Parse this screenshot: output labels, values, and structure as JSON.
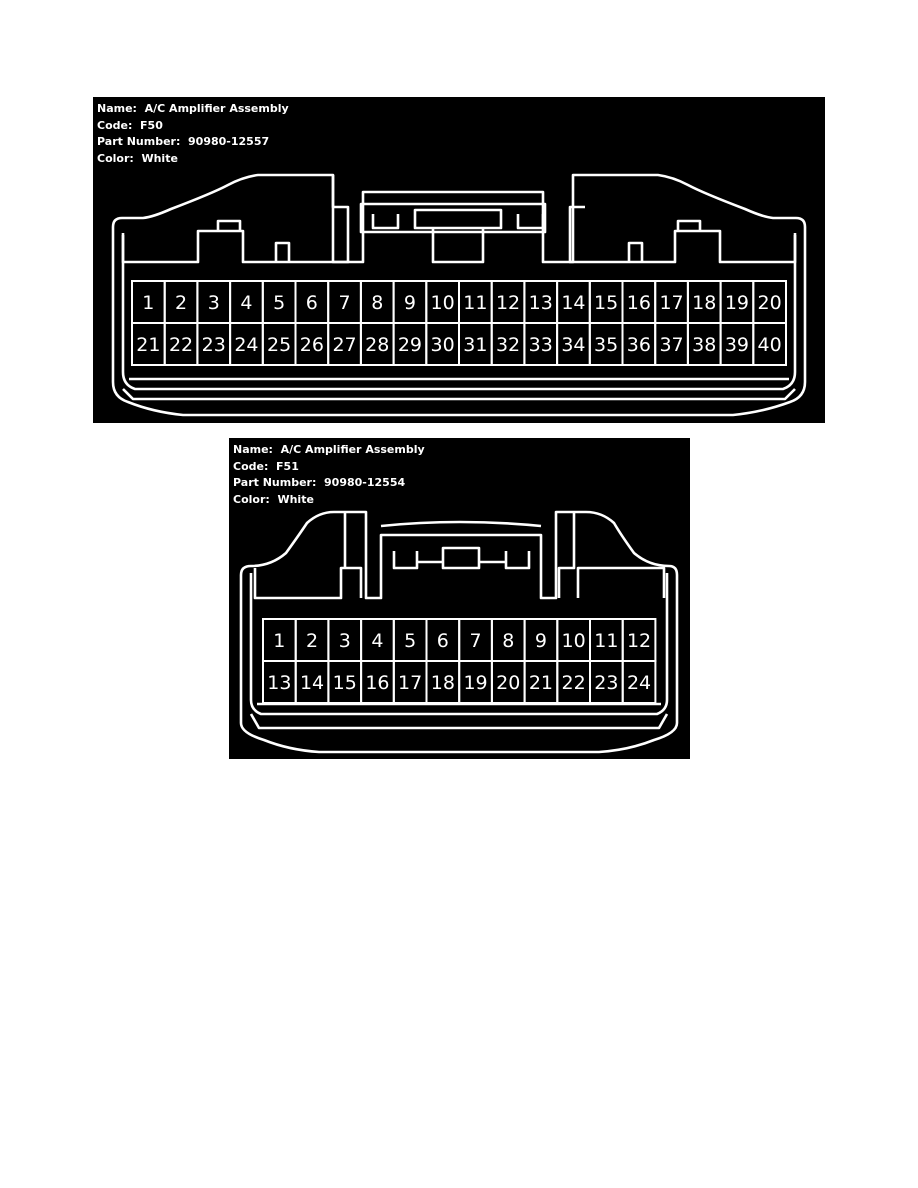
{
  "connectors": [
    {
      "id": "f50",
      "name_label": "Name:",
      "name": "A/C Amplifier Assembly",
      "code_label": "Code:",
      "code": "F50",
      "part_number_label": "Part Number:",
      "part_number": "90980-12557",
      "color_label": "Color:",
      "color": "White",
      "pin_columns": 20,
      "pins_row1": [
        "1",
        "2",
        "3",
        "4",
        "5",
        "6",
        "7",
        "8",
        "9",
        "10",
        "11",
        "12",
        "13",
        "14",
        "15",
        "16",
        "17",
        "18",
        "19",
        "20"
      ],
      "pins_row2": [
        "21",
        "22",
        "23",
        "24",
        "25",
        "26",
        "27",
        "28",
        "29",
        "30",
        "31",
        "32",
        "33",
        "34",
        "35",
        "36",
        "37",
        "38",
        "39",
        "40"
      ]
    },
    {
      "id": "f51",
      "name_label": "Name:",
      "name": "A/C Amplifier Assembly",
      "code_label": "Code:",
      "code": "F51",
      "part_number_label": "Part Number:",
      "part_number": "90980-12554",
      "color_label": "Color:",
      "color": "White",
      "pin_columns": 12,
      "pins_row1": [
        "1",
        "2",
        "3",
        "4",
        "5",
        "6",
        "7",
        "8",
        "9",
        "10",
        "11",
        "12"
      ],
      "pins_row2": [
        "13",
        "14",
        "15",
        "16",
        "17",
        "18",
        "19",
        "20",
        "21",
        "22",
        "23",
        "24"
      ]
    }
  ],
  "colors": {
    "panel_background": "#000000",
    "line": "#ffffff",
    "page_background": "#ffffff"
  }
}
